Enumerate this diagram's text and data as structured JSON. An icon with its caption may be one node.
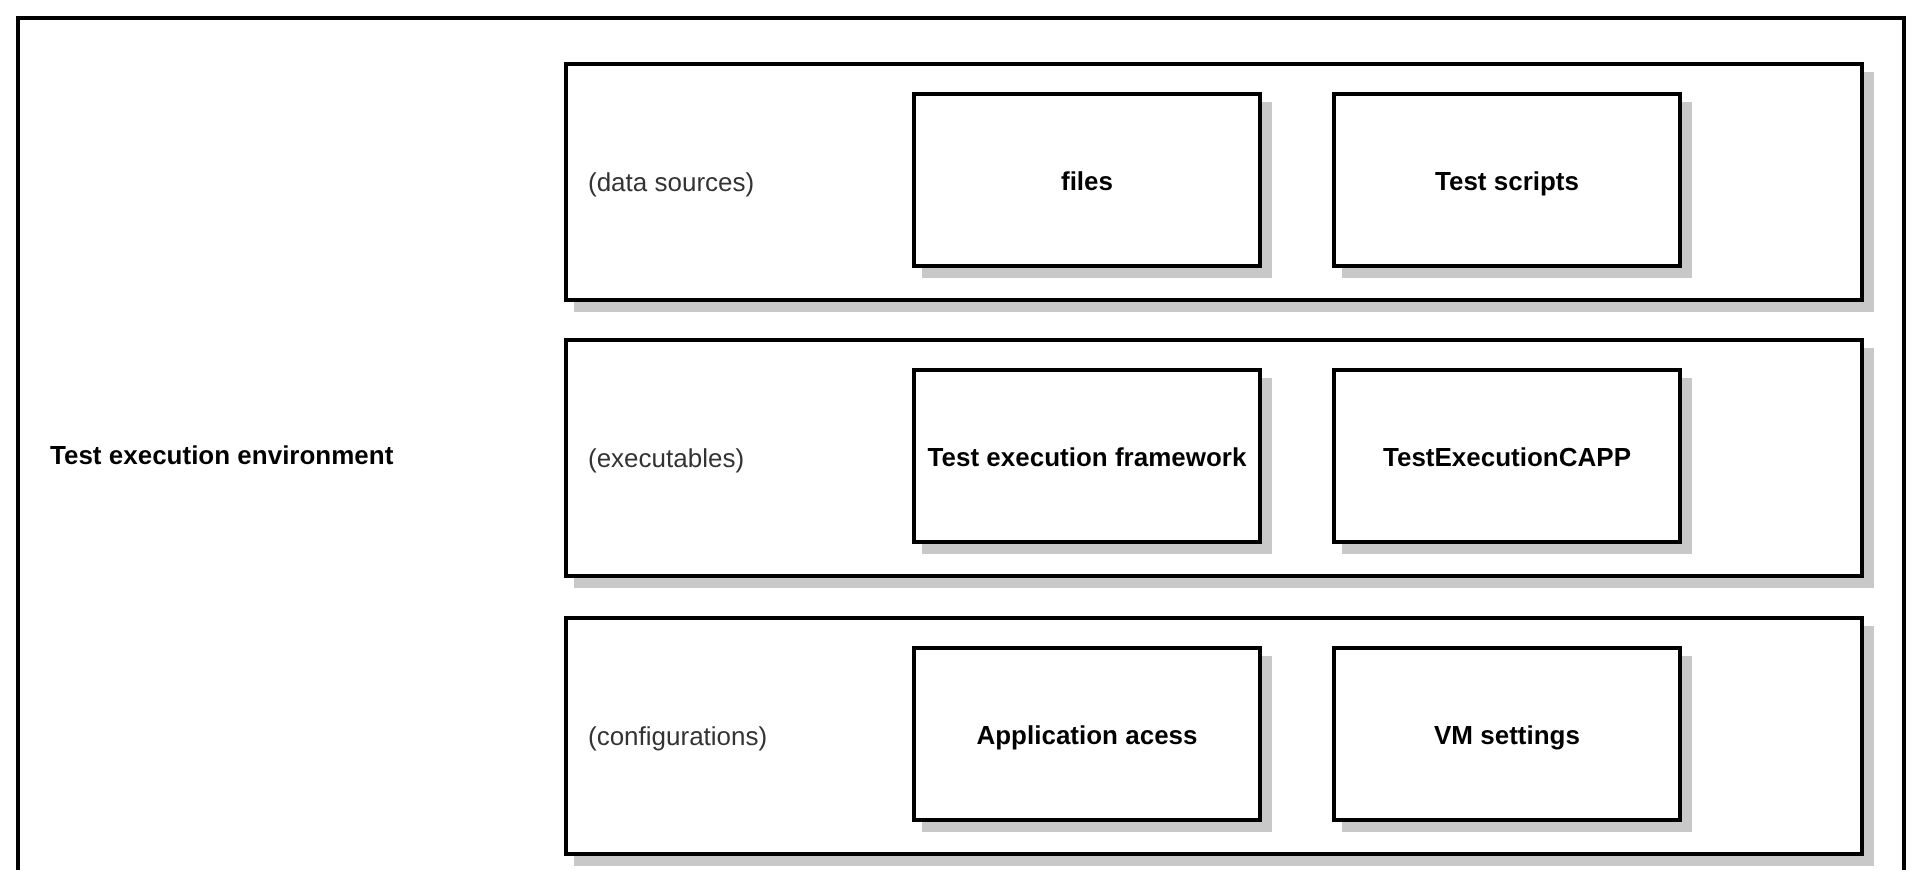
{
  "diagram": {
    "nodes": [
      {
        "text": [
          "Test execution environment"
        ]
      },
      {
        "text": [
          "(data sources)"
        ],
        "in": 0
      },
      {
        "text": [
          "files"
        ],
        "in": 1
      },
      {
        "text": [
          "Test scripts"
        ],
        "in": 1
      },
      {
        "text": [
          "(executables)"
        ],
        "in": 0
      },
      {
        "text": [
          "Test execution framework"
        ],
        "in": 4
      },
      {
        "text": [
          "TestExecutionCAPP"
        ],
        "in": 4
      },
      {
        "text": [
          "(configurations)"
        ],
        "in": 0
      },
      {
        "text": [
          "Application acess"
        ],
        "in": 7
      },
      {
        "text": [
          "VM settings"
        ],
        "in": 7
      }
    ],
    "edges": []
  }
}
